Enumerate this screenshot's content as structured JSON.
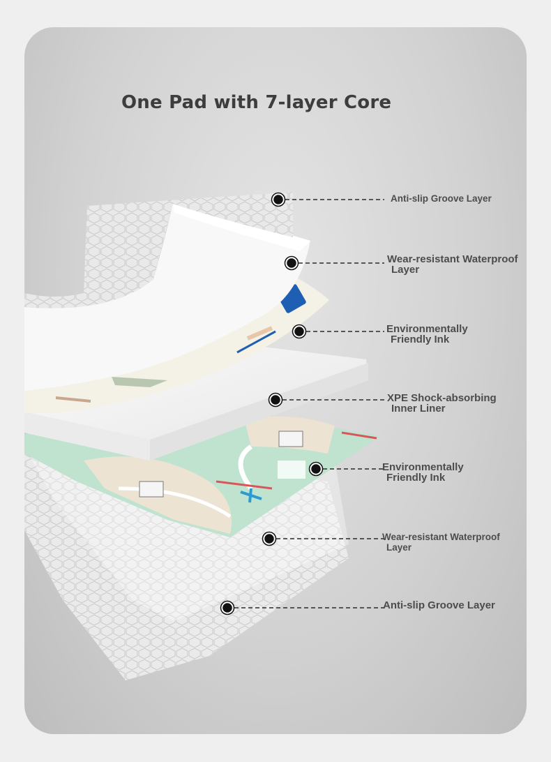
{
  "title": "One Pad with 7-layer Core",
  "layers": [
    {
      "line1": "Anti-slip Groove Layer",
      "line2": ""
    },
    {
      "line1": "Wear-resistant Waterproof",
      "line2": "Layer"
    },
    {
      "line1": "Environmentally",
      "line2": "Friendly Ink"
    },
    {
      "line1": "XPE Shock-absorbing",
      "line2": "Inner Liner"
    },
    {
      "line1": "Environmentally",
      "line2": "Friendly Ink"
    },
    {
      "line1": "Wear-resistant Waterproof",
      "line2": "Layer"
    },
    {
      "line1": "Anti-slip Groove Layer",
      "line2": ""
    }
  ],
  "colors": {
    "background": "#efefef",
    "card": "#d6d6d6",
    "title": "#3d3d3d",
    "label": "#4c4c4c",
    "print_green": "#bfe3cf",
    "print_beige": "#ece3d3",
    "accent_red": "#d9555a",
    "accent_blue": "#2b9bd1"
  }
}
